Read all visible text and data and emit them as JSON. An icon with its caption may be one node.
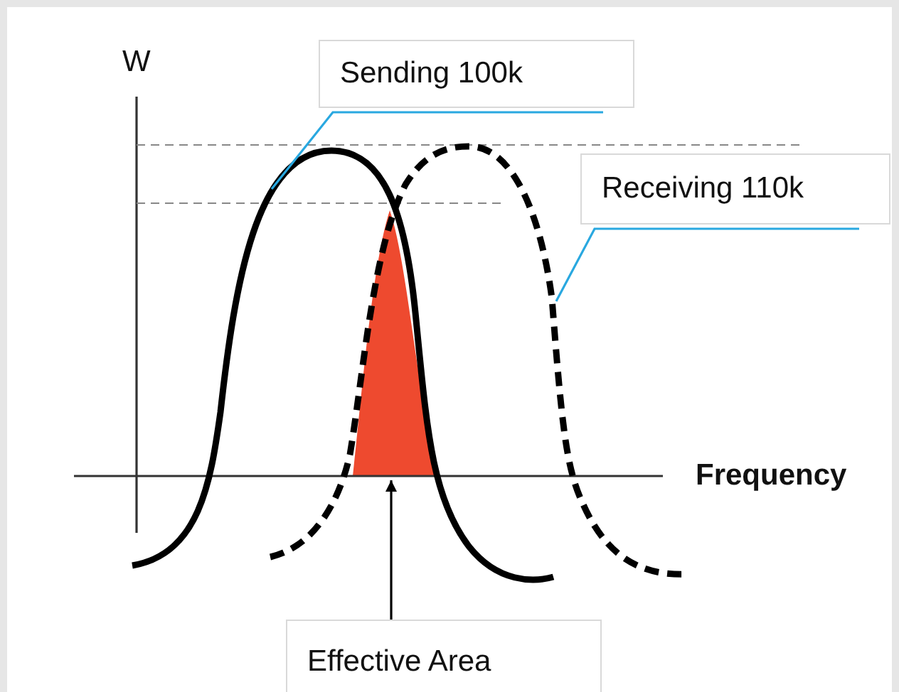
{
  "diagram": {
    "nodes": [
      {
        "text": [
          "Sending 100k"
        ]
      },
      {
        "text": [
          "Receiving 110k"
        ]
      },
      {
        "text": [
          "Effective Area"
        ]
      },
      {
        "text": [],
        "shape": "area"
      }
    ],
    "edges": [
      {
        "from": 0,
        "to": null,
        "arrow": "none",
        "color": "#29a8e0"
      },
      {
        "from": 1,
        "to": null,
        "arrow": "none",
        "color": "#29a8e0"
      },
      {
        "from": 2,
        "to": 3,
        "arrow": "to",
        "color": "#000000"
      }
    ],
    "labels": [
      "W",
      "Frequency"
    ]
  }
}
